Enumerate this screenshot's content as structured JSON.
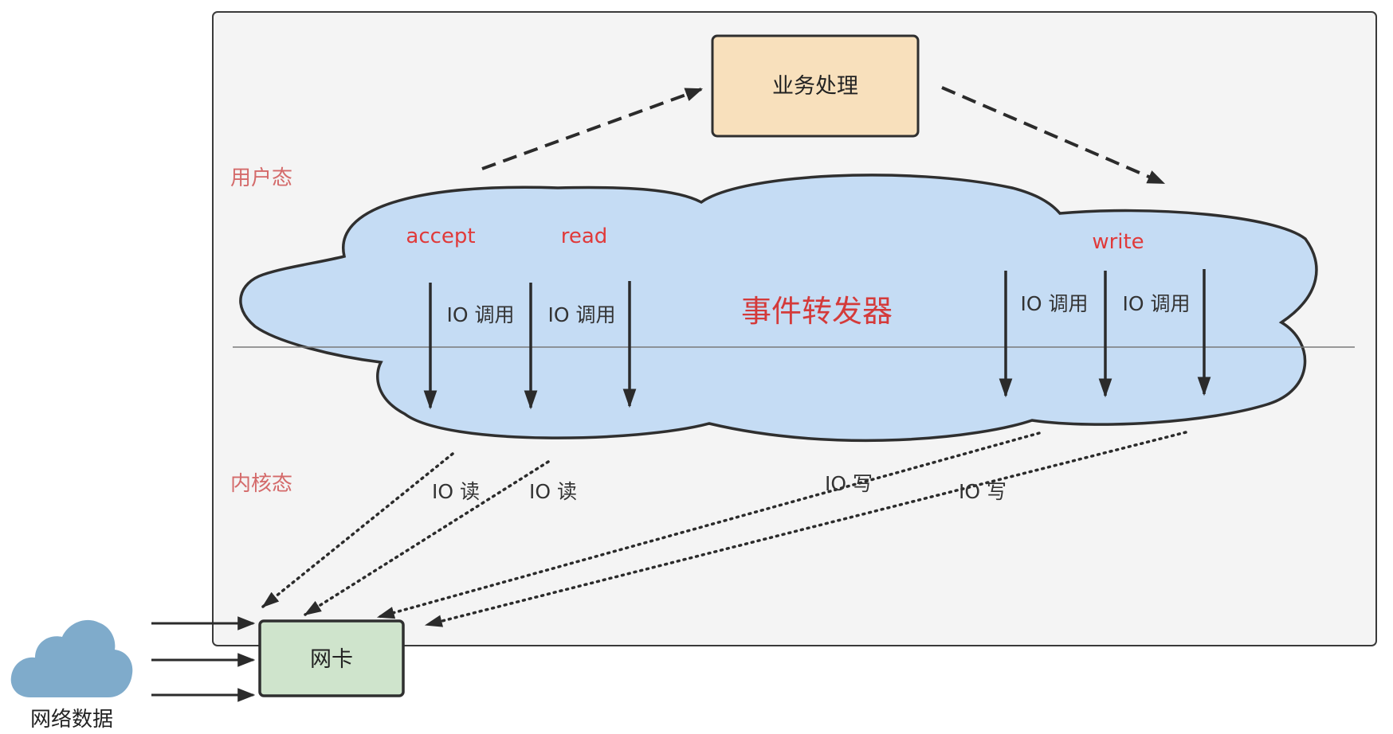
{
  "zones": {
    "user_space": "用户态",
    "kernel_space": "内核态"
  },
  "business": {
    "label": "业务处理"
  },
  "dispatcher": {
    "label": "事件转发器"
  },
  "operations": {
    "accept": "accept",
    "read": "read",
    "write": "write"
  },
  "io_calls": [
    "IO 调用",
    "IO 调用",
    "IO 调用",
    "IO 调用"
  ],
  "io_reads": [
    "IO 读",
    "IO 读"
  ],
  "io_writes": [
    "IO 写",
    "IO 写"
  ],
  "nic": {
    "label": "网卡"
  },
  "network": {
    "label": "网络数据"
  },
  "colors": {
    "frame_bg": "#f4f4f4",
    "cloud_fill": "#c5dcf4",
    "business_fill": "#f8e0bc",
    "nic_fill": "#cfe4cc",
    "network_cloud": "#7fabcb",
    "zone_text": "#d46a6a",
    "op_text": "#e03a3a"
  }
}
